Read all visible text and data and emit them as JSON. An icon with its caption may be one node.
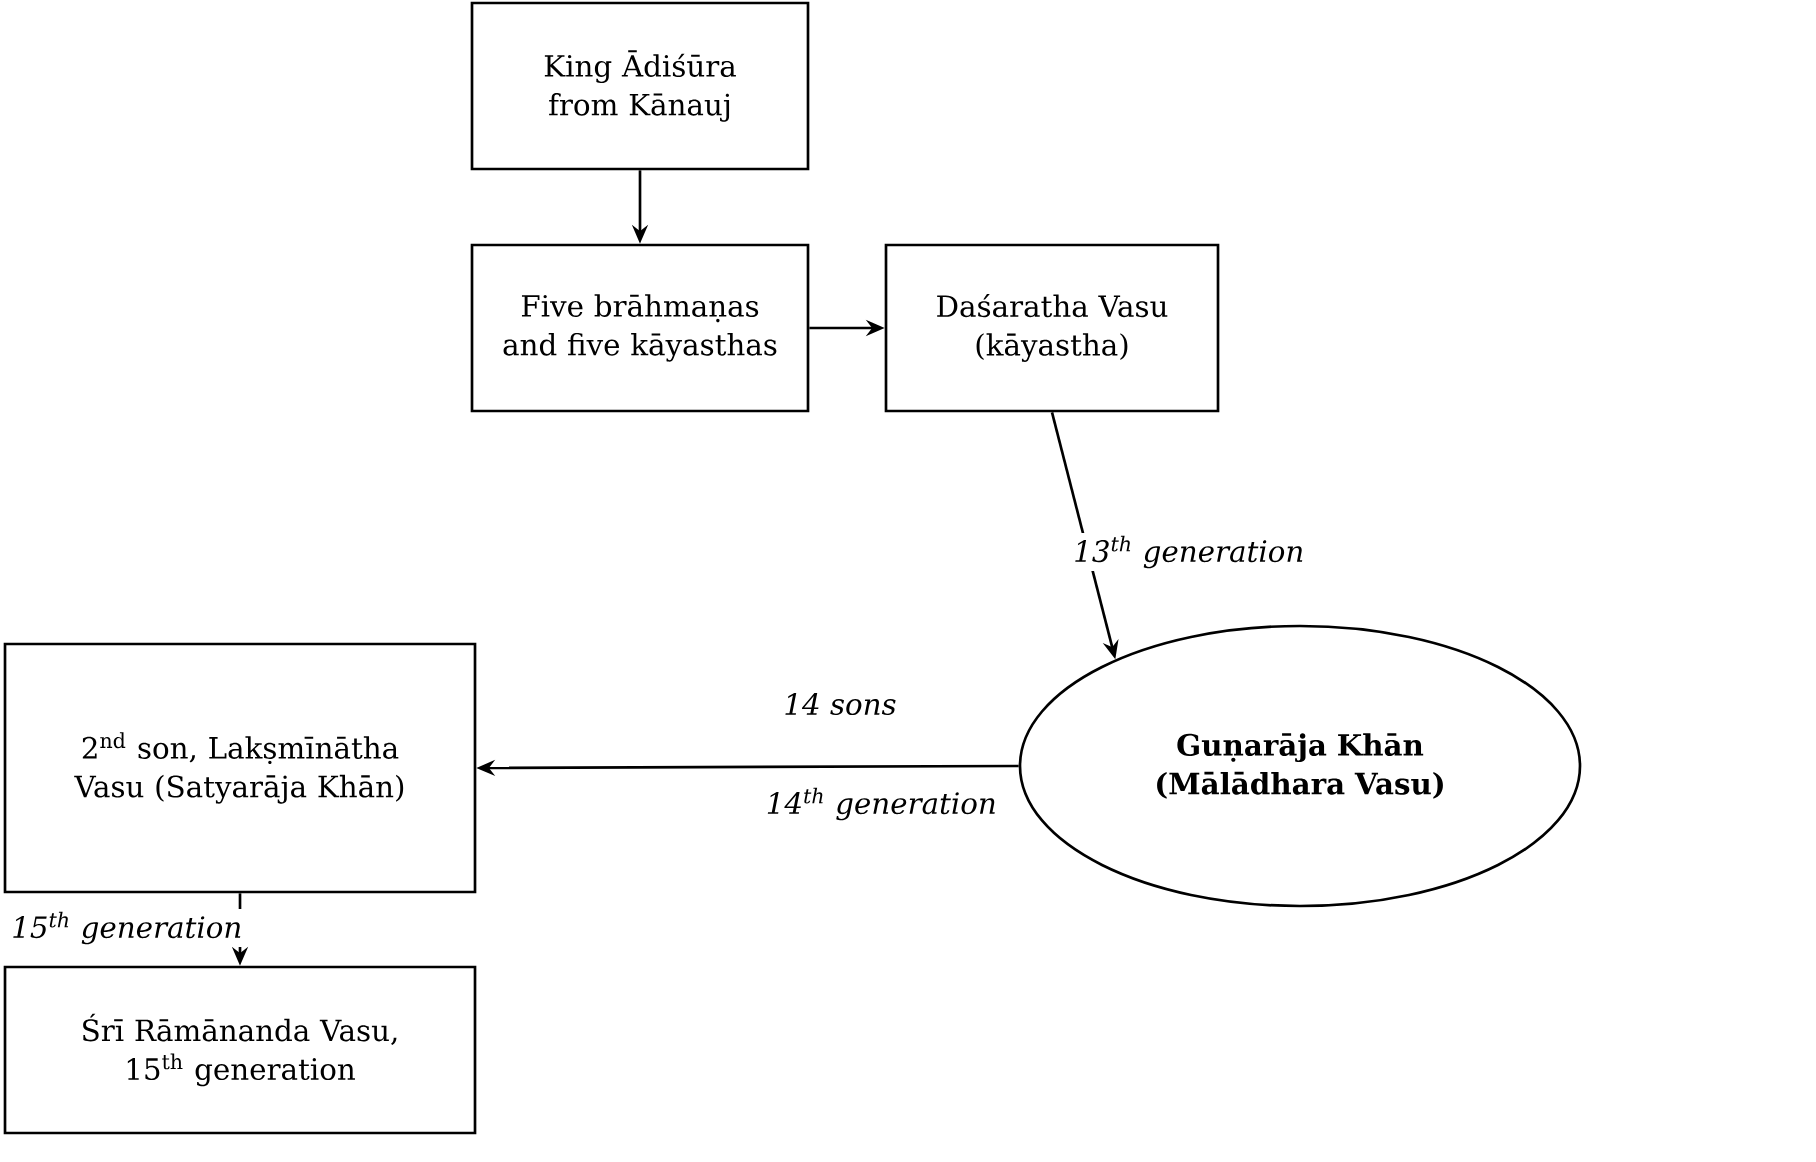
{
  "diagram": {
    "nodes": [
      {
        "text": [
          "King Ādiśūra from Kānauj"
        ]
      },
      {
        "text": [
          "Five brāhmaṇas and five kāyasthas"
        ]
      },
      {
        "text": [
          "Daśaratha Vasu (kāyastha)"
        ]
      },
      {
        "text": [
          "Guṇarāja Khān (Mālādhara Vasu)"
        ]
      },
      {
        "text": [
          "2$^{nd}$ son, Lakṣmīnātha Vasu (Satyarāja Khān)"
        ]
      },
      {
        "text": [
          "Śrī Rāmānanda Vasu, 15$^{th}$ generation"
        ]
      }
    ],
    "edges": [
      {
        "from": 0,
        "to": 1,
        "arrow": "to"
      },
      {
        "from": 1,
        "to": 2,
        "arrow": "to"
      },
      {
        "from": 2,
        "to": 3,
        "arrow": "to",
        "label": "13$^{th}$ generation"
      },
      {
        "from": 3,
        "to": 4,
        "arrow": "to",
        "label": "14 sons"
      },
      {
        "from": 4,
        "to": 5,
        "arrow": "to",
        "label": "15$^{th}$ generation"
      }
    ],
    "labels": [
      "14$^{th}$ generation"
    ]
  }
}
